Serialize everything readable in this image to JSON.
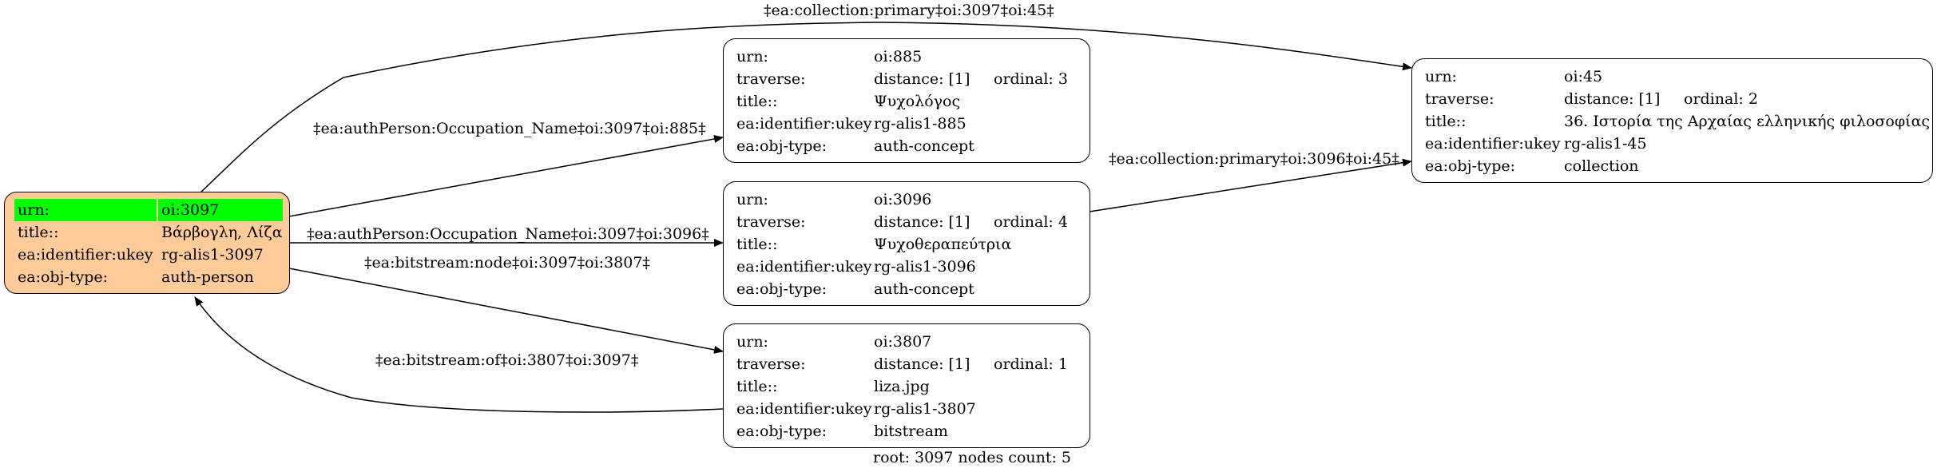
{
  "nodes": {
    "root": {
      "rows": [
        {
          "key": "urn:",
          "value": "oi:3097"
        },
        {
          "key": "title::",
          "value": "Βάρβογλη, Λίζα"
        },
        {
          "key": "ea:identifier:ukey",
          "value": "rg-alis1-3097"
        },
        {
          "key": "ea:obj-type:",
          "value": "auth-person"
        }
      ]
    },
    "n885": {
      "rows": [
        {
          "key": "urn:",
          "value": "oi:885"
        },
        {
          "key": "traverse:",
          "value": "distance: [1]",
          "extra": "ordinal: 3"
        },
        {
          "key": "title::",
          "value": "Ψυχολόγος"
        },
        {
          "key": "ea:identifier:ukey",
          "value": "rg-alis1-885"
        },
        {
          "key": "ea:obj-type:",
          "value": "auth-concept"
        }
      ]
    },
    "n3096": {
      "rows": [
        {
          "key": "urn:",
          "value": "oi:3096"
        },
        {
          "key": "traverse:",
          "value": "distance: [1]",
          "extra": "ordinal: 4"
        },
        {
          "key": "title::",
          "value": "Ψυχοθεραπεύτρια"
        },
        {
          "key": "ea:identifier:ukey",
          "value": "rg-alis1-3096"
        },
        {
          "key": "ea:obj-type:",
          "value": "auth-concept"
        }
      ]
    },
    "n3807": {
      "rows": [
        {
          "key": "urn:",
          "value": "oi:3807"
        },
        {
          "key": "traverse:",
          "value": "distance: [1]",
          "extra": "ordinal: 1"
        },
        {
          "key": "title::",
          "value": "liza.jpg"
        },
        {
          "key": "ea:identifier:ukey",
          "value": "rg-alis1-3807"
        },
        {
          "key": "ea:obj-type:",
          "value": "bitstream"
        }
      ]
    },
    "n45": {
      "rows": [
        {
          "key": "urn:",
          "value": "oi:45"
        },
        {
          "key": "traverse:",
          "value": "distance: [1]",
          "extra": "ordinal: 2"
        },
        {
          "key": "title::",
          "value": "36. Ιστορία της Αρχαίας ελληνικής φιλοσοφίας"
        },
        {
          "key": "ea:identifier:ukey",
          "value": "rg-alis1-45"
        },
        {
          "key": "ea:obj-type:",
          "value": "collection"
        }
      ]
    }
  },
  "edges": {
    "e1": "‡ea:collection:primary‡oi:3097‡oi:45‡",
    "e2": "‡ea:authPerson:Occupation_Name‡oi:3097‡oi:885‡",
    "e3": "‡ea:authPerson:Occupation_Name‡oi:3097‡oi:3096‡",
    "e4": "‡ea:bitstream:node‡oi:3097‡oi:3807‡",
    "e5": "‡ea:bitstream:of‡oi:3807‡oi:3097‡",
    "e6": "‡ea:collection:primary‡oi:3096‡oi:45‡"
  },
  "footer": "root: 3097 nodes count: 5"
}
